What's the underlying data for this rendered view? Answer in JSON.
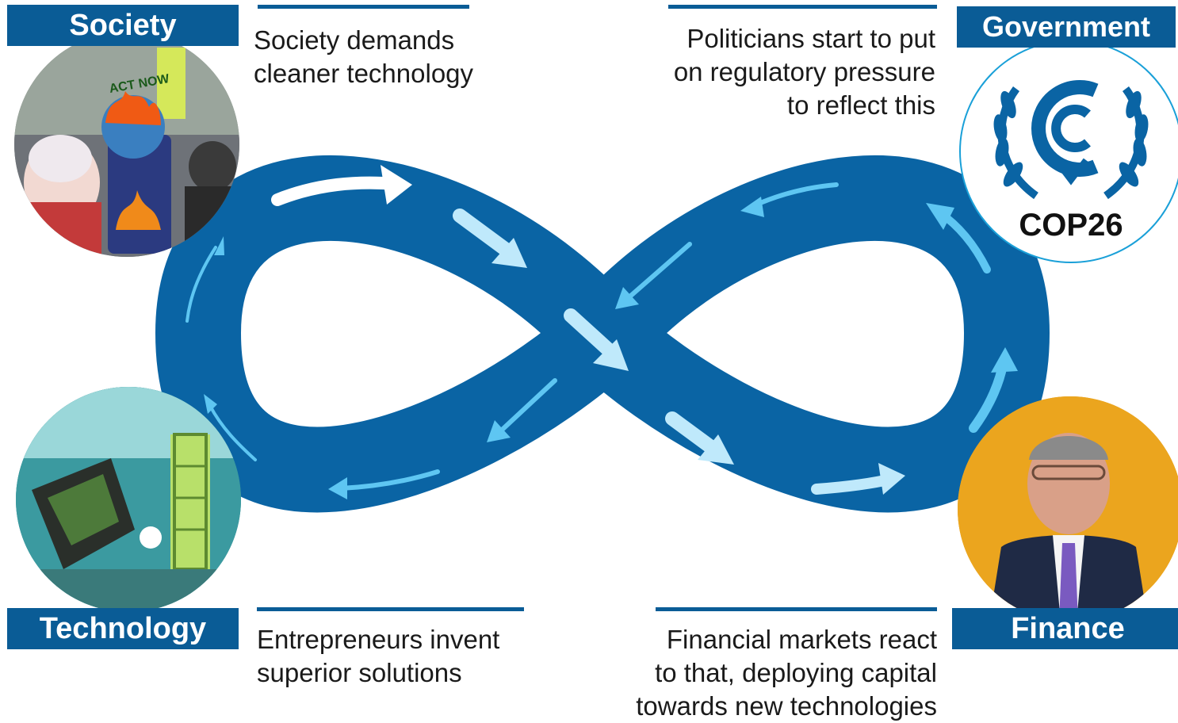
{
  "labels": {
    "society": "Society",
    "government": "Government",
    "technology": "Technology",
    "finance": "Finance"
  },
  "captions": {
    "society": "Society demands cleaner technology",
    "government": [
      "Politicians start to put",
      "on regulatory pressure",
      "to reflect this"
    ],
    "technology": "Entrepreneurs invent superior solutions",
    "finance": [
      "Financial markets react",
      "to that, deploying capital",
      "towards new technologies"
    ]
  },
  "images": {
    "society_sign": "ACT NOW",
    "cop_text": "COP26"
  },
  "colors": {
    "band": "#0a64a4",
    "label_bg": "#0a5c96",
    "arrow_white": "#ffffff",
    "arrow_pale": "#bfe9fb",
    "arrow_light": "#5ec6f2"
  }
}
